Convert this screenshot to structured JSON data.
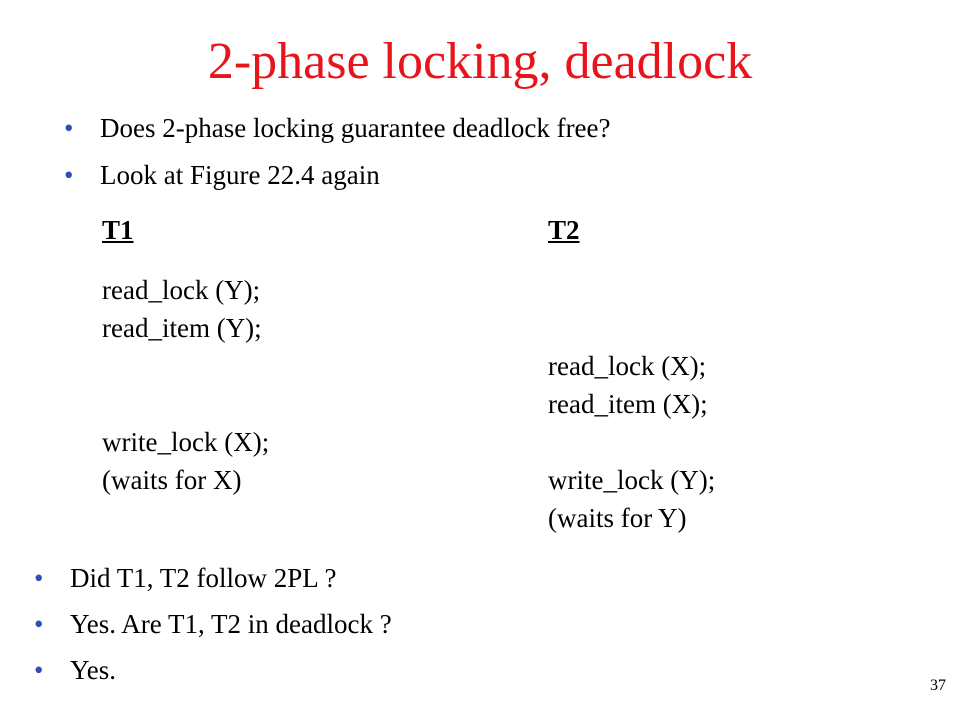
{
  "title": "2-phase locking, deadlock",
  "bullet_glyph": "•",
  "top_bullets": [
    "Does 2-phase locking guarantee deadlock free?",
    "Look at Figure 22.4 again"
  ],
  "schedule": {
    "t1_header": "T1",
    "t2_header": "T2",
    "t1_steps": [
      "read_lock (Y);",
      "read_item (Y);",
      "write_lock (X);",
      "(waits for X)"
    ],
    "t2_steps": [
      "read_lock (X);",
      "read_item (X);",
      "write_lock (Y);",
      "(waits for Y)"
    ]
  },
  "bottom_bullets": [
    "Did T1, T2 follow 2PL ?",
    "Yes. Are T1, T2 in deadlock ?",
    "Yes."
  ],
  "page_number": "37",
  "colors": {
    "title": "#e8141b",
    "bullet": "#2f4fb6",
    "text": "#000000"
  }
}
